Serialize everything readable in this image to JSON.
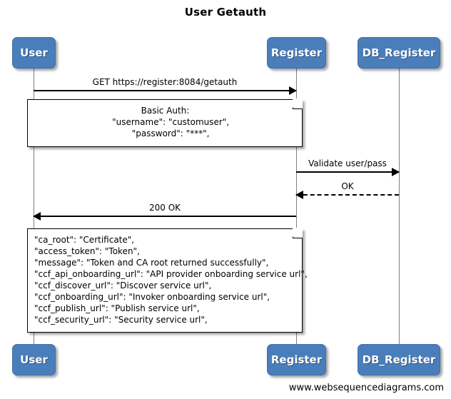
{
  "diagram": {
    "title": "User Getauth",
    "footer": "www.websequencediagrams.com",
    "colors": {
      "actor_fill": "#4a7ebb",
      "actor_text": "#ffffff",
      "lifeline": "#808080",
      "arrow": "#000000",
      "note_fill": "#ffffff",
      "background": "#ffffff"
    }
  },
  "actors": [
    {
      "name": "User",
      "label": "User"
    },
    {
      "name": "Register",
      "label": "Register"
    },
    {
      "name": "DB_Register",
      "label": "DB_Register"
    }
  ],
  "actors_bottom": [
    {
      "label": "User"
    },
    {
      "label": "Register"
    },
    {
      "label": "DB_Register"
    }
  ],
  "messages": [
    {
      "label": "GET https://register:8084/getauth",
      "from": "User",
      "to": "Register",
      "direction": "right",
      "style": "solid"
    },
    {
      "label": "Validate user/pass",
      "from": "Register",
      "to": "DB_Register",
      "direction": "right",
      "style": "solid"
    },
    {
      "label": "OK",
      "from": "DB_Register",
      "to": "Register",
      "direction": "left",
      "style": "dashed"
    },
    {
      "label": "200 OK",
      "from": "Register",
      "to": "User",
      "direction": "left",
      "style": "solid"
    }
  ],
  "notes": [
    {
      "name": "basic-auth-note",
      "align": "center",
      "lines": [
        "Basic Auth:",
        "    \"username\": \"customuser\",",
        "    \"password\": \"***\","
      ]
    },
    {
      "name": "response-body-note",
      "align": "left",
      "lines": [
        "\"ca_root\": \"Certificate\",",
        "\"access_token\": \"Token\",",
        "\"message\": \"Token and CA root returned successfully\",",
        "\"ccf_api_onboarding_url\": \"API provider onboarding service url\",",
        "\"ccf_discover_url\": \"Discover service url\",",
        "\"ccf_onboarding_url\": \"Invoker onboarding service url\",",
        "\"ccf_publish_url\": \"Publish service url\",",
        "\"ccf_security_url\": \"Security service url\","
      ]
    }
  ]
}
